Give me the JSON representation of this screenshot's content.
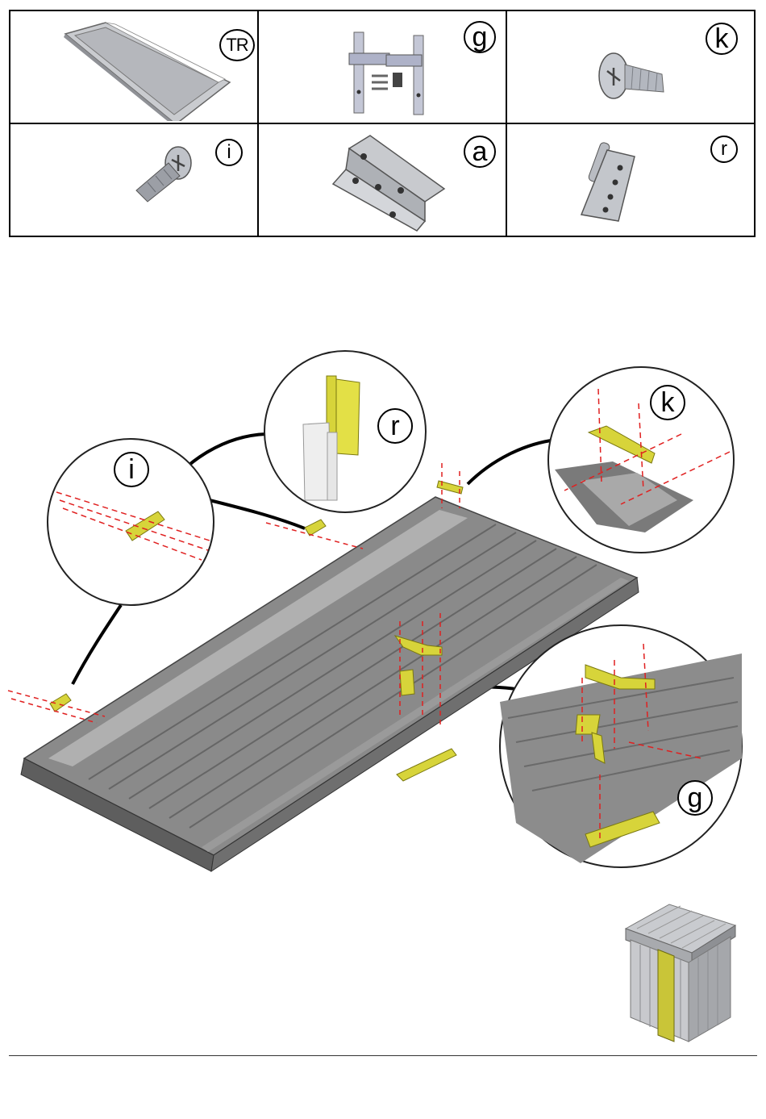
{
  "parts": [
    {
      "id": "tr",
      "label": "TR",
      "icon": "roof-panel-icon"
    },
    {
      "id": "g",
      "label": "g",
      "icon": "door-hinge-set-icon"
    },
    {
      "id": "k",
      "label": "k",
      "icon": "round-head-bolt-icon"
    },
    {
      "id": "i",
      "label": "i",
      "icon": "countersunk-screw-icon"
    },
    {
      "id": "a",
      "label": "a",
      "icon": "angle-bracket-icon"
    },
    {
      "id": "r",
      "label": "r",
      "icon": "hinge-plate-icon"
    }
  ],
  "callouts": {
    "i": "i",
    "r": "r",
    "k": "k",
    "g": "g"
  },
  "colors": {
    "panel": "#8a8a8a",
    "panel_dark": "#5e5e5e",
    "hardware": "#d7d43a",
    "dash": "#e02020",
    "metal": "#b9bcc4"
  }
}
